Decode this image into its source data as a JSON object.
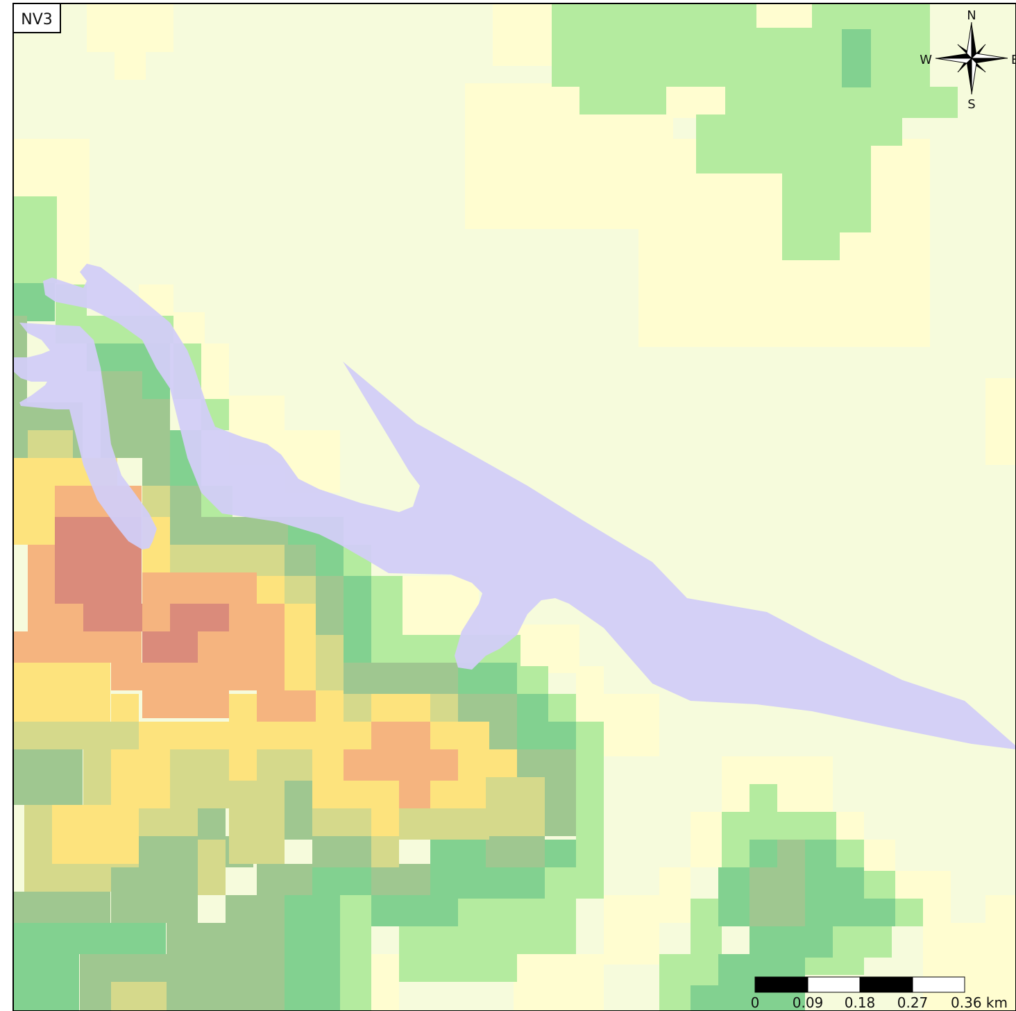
{
  "map": {
    "panel_label": "NV3",
    "compass": {
      "north": "N",
      "south": "S",
      "east": "E",
      "west": "W"
    },
    "scale_bar": {
      "ticks": [
        "0",
        "0.09",
        "0.18",
        "0.27",
        "0.36 km"
      ]
    },
    "colors": {
      "water": "#d2cdf7",
      "terrain_class_1": "#f6fbdc",
      "terrain_class_2": "#fffdd0",
      "terrain_class_3": "#b4eb9f",
      "terrain_class_4": "#82d190",
      "terrain_class_5": "#9fc790",
      "terrain_class_6": "#d5d98b",
      "terrain_class_7": "#fde37d",
      "terrain_class_8": "#f5b47f",
      "terrain_class_9": "#da8b7b"
    }
  }
}
